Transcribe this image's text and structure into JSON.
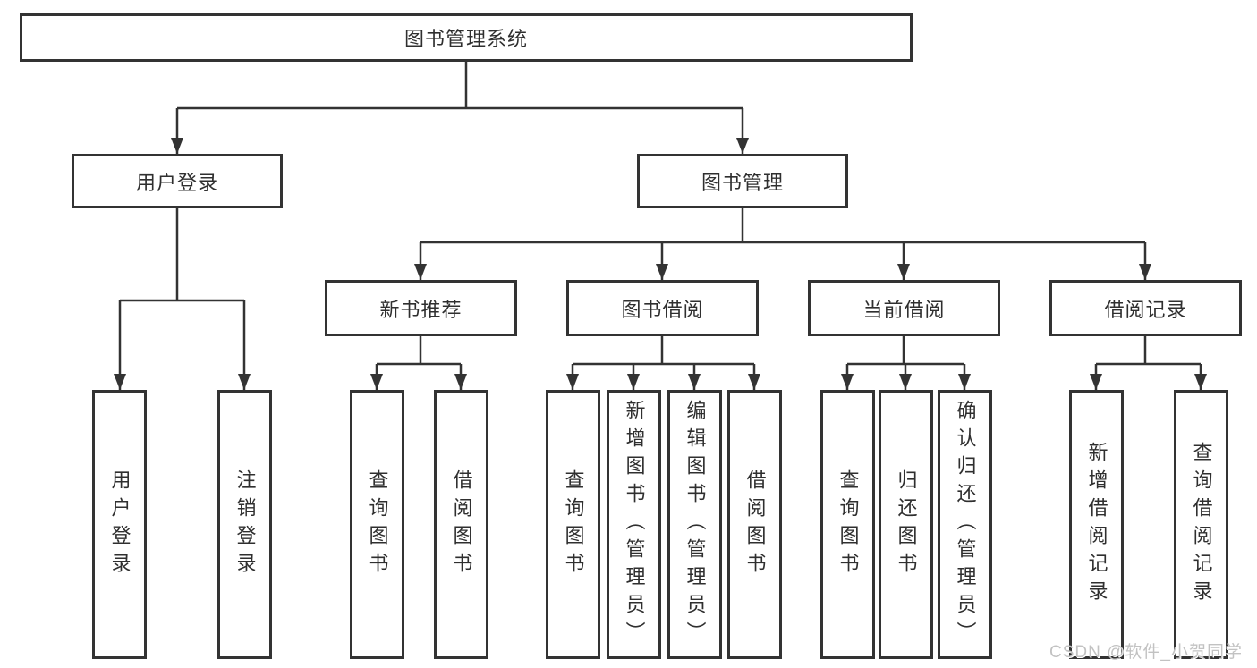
{
  "diagram": {
    "root": {
      "label": "图书管理系统"
    },
    "level2": [
      {
        "label": "用户登录"
      },
      {
        "label": "图书管理"
      }
    ],
    "level3": [
      {
        "label": "新书推荐"
      },
      {
        "label": "图书借阅"
      },
      {
        "label": "当前借阅"
      },
      {
        "label": "借阅记录"
      }
    ],
    "leaves": {
      "user_login": [
        "用户登录",
        "注销登录"
      ],
      "new_books": [
        "查询图书",
        "借阅图书"
      ],
      "book_borrow": [
        "查询图书",
        "新增图书（管理员）",
        "编辑图书（管理员）",
        "借阅图书"
      ],
      "current_borrow": [
        "查询图书",
        "归还图书",
        "确认归还（管理员）"
      ],
      "borrow_records": [
        "新增借阅记录",
        "查询借阅记录"
      ]
    }
  },
  "colors": {
    "line": "#333333",
    "box_border": "#333333",
    "box_fill": "#ffffff",
    "text": "#2f2f2f",
    "watermark": "#c2c2c2"
  },
  "watermark": {
    "text": "CSDN @软件_小贺同学"
  }
}
